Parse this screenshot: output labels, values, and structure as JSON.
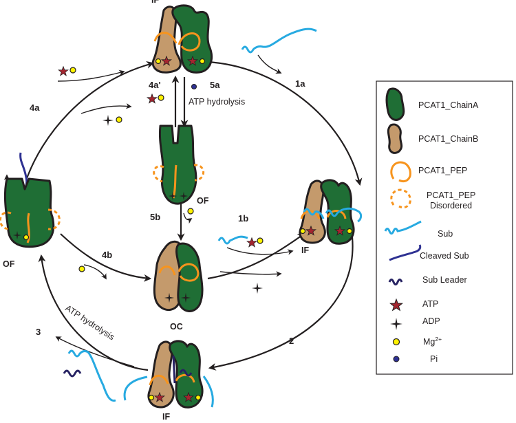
{
  "states": {
    "if_top": "IF",
    "of_left": "OF",
    "of_center": "OF",
    "oc": "OC",
    "if_right": "IF",
    "if_bottom": "IF"
  },
  "steps": {
    "s1a": "1a",
    "s1b": "1b",
    "s2": "2",
    "s3": "3",
    "s4a": "4a",
    "s4a_prime": "4a'",
    "s4b": "4b",
    "s5a": "5a",
    "s5b": "5b",
    "atp_hydrolysis_top": "ATP hydrolysis",
    "atp_hydrolysis_left": "ATP hydrolysis"
  },
  "legend": {
    "items": [
      {
        "icon": "chainA",
        "label": "PCAT1_ChainA"
      },
      {
        "icon": "chainB",
        "label": "PCAT1_ChainB"
      },
      {
        "icon": "pep",
        "label": "PCAT1_PEP"
      },
      {
        "icon": "pep-disordered",
        "label_line1": "PCAT1_PEP",
        "label_line2": "Disordered"
      },
      {
        "icon": "sub",
        "label": "Sub"
      },
      {
        "icon": "cleaved-sub",
        "label": "Cleaved Sub"
      },
      {
        "icon": "sub-leader",
        "label": "Sub Leader"
      },
      {
        "icon": "atp",
        "label": "ATP"
      },
      {
        "icon": "adp",
        "label": "ADP"
      },
      {
        "icon": "mg",
        "label": "Mg",
        "superscript": "2+"
      },
      {
        "icon": "pi",
        "label": "Pi"
      }
    ]
  },
  "colors": {
    "chainA": "#1f6e35",
    "chainB": "#c49a6c",
    "pep": "#f7941d",
    "sub": "#27aae1",
    "cleaved_sub": "#2e3192",
    "sub_leader": "#262262",
    "atp": "#a4252f",
    "mg": "#fff200",
    "pi": "#2e3192"
  }
}
